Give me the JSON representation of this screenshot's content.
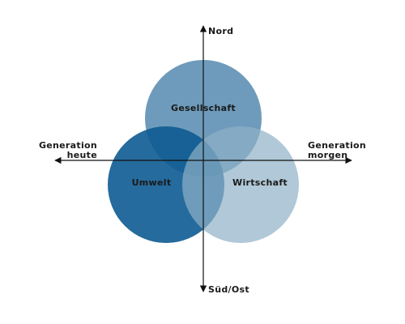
{
  "axes": {
    "north_label": "Nord",
    "south_label": "Süd/Ost",
    "west_label_line1": "Generation",
    "west_label_line2": "heute",
    "east_label_line1": "Generation",
    "east_label_line2": "morgen"
  },
  "circles": {
    "top": {
      "label": "Gesellschaft",
      "color": "#3d7aa4",
      "opacity": 0.75
    },
    "left": {
      "label": "Umwelt",
      "color": "#0d5b92",
      "opacity": 0.9
    },
    "right": {
      "label": "Wirtschaft",
      "color": "#8fb0c6",
      "opacity": 0.7
    }
  },
  "colors": {
    "axis": "#111111",
    "text": "#1a1a1a"
  }
}
